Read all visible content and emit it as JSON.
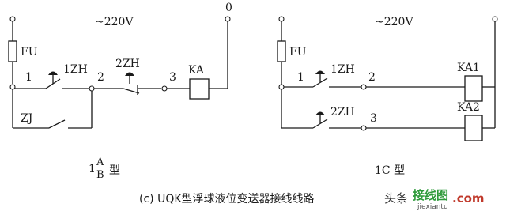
{
  "left": {
    "voltage": "~220V",
    "zero": "0",
    "fuse": "FU",
    "node1": "1",
    "node2": "2",
    "node3": "3",
    "switch1": "1ZH",
    "switch2": "2ZH",
    "relay": "KA",
    "contact": "ZJ",
    "type_main": "1",
    "type_sup": "A",
    "type_sub": "B",
    "type_suffix": "型"
  },
  "right": {
    "voltage": "~220V",
    "fuse": "FU",
    "node1": "1",
    "node2": "2",
    "node3": "3",
    "switch1": "1ZH",
    "switch2": "2ZH",
    "relay1": "KA1",
    "relay2": "KA2",
    "type_label": "1C 型"
  },
  "caption": "(c) UQK型浮球液位变送器接线线路",
  "watermark": {
    "prefix": "头条",
    "brand": "接线图",
    "url": "jiexiantu",
    "mark": ".com"
  }
}
